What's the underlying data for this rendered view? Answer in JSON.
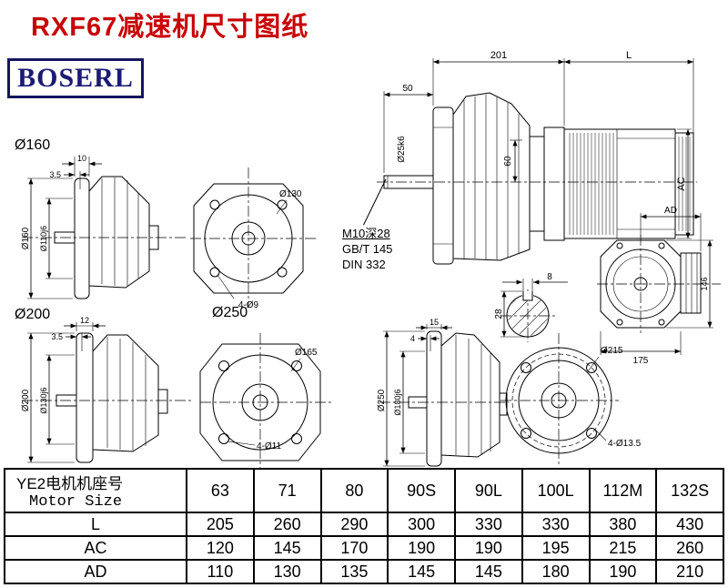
{
  "page": {
    "title": "RXF67减速机尺寸图纸",
    "brand": "BOSERL"
  },
  "section_labels": {
    "d160": "Ø160",
    "d200": "Ø200",
    "d250": "Ø250"
  },
  "drawingA": {
    "dim10": "10",
    "dim35": "3.5",
    "dia160": "Ø160",
    "dia110": "Ø110j6"
  },
  "drawingB": {
    "dia130": "Ø130",
    "holes": "4-Ø9"
  },
  "main": {
    "dim201": "201",
    "dimL": "L",
    "dim50": "50",
    "shaft": "Ø25k6",
    "dim60": "60",
    "ac": "AC"
  },
  "notes": {
    "line1": "M10深28",
    "line2": "GB/T 145",
    "line3": "DIN 332"
  },
  "keyway": {
    "width": "8",
    "height": "28"
  },
  "endview": {
    "ad": "AD",
    "h146": "146",
    "w175": "175"
  },
  "drawingC": {
    "dim12": "12",
    "dim35": "3.5",
    "dia200": "Ø200",
    "dia130": "Ø130j6"
  },
  "drawingD": {
    "dia165": "Ø165",
    "holes": "4-Ø11"
  },
  "drawingE": {
    "dim15": "15",
    "dim4": "4",
    "dia250": "Ø250",
    "dia180": "Ø180j6"
  },
  "drawingF": {
    "dia215": "Ø215",
    "holes": "4-Ø13.5"
  },
  "table": {
    "header_cn": "YE2电机机座号",
    "header_en": "Motor Size",
    "columns": [
      "63",
      "71",
      "80",
      "90S",
      "90L",
      "100L",
      "112M",
      "132S"
    ],
    "rows": [
      {
        "label": "L",
        "values": [
          "205",
          "260",
          "290",
          "300",
          "330",
          "330",
          "380",
          "430"
        ]
      },
      {
        "label": "AC",
        "values": [
          "120",
          "145",
          "170",
          "190",
          "190",
          "195",
          "215",
          "260"
        ]
      },
      {
        "label": "AD",
        "values": [
          "110",
          "130",
          "135",
          "145",
          "145",
          "180",
          "190",
          "210"
        ]
      }
    ]
  }
}
